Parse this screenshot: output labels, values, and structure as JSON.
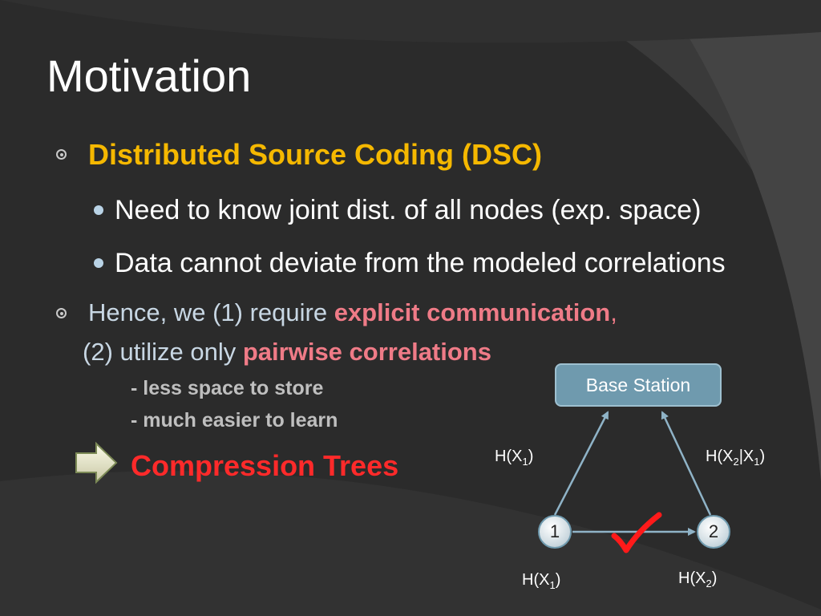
{
  "slide": {
    "title": "Motivation",
    "bullet1": "Distributed Source Coding (DSC)",
    "sub1": "Need to know joint dist. of all nodes (exp. space)",
    "sub2": "Data cannot deviate from the modeled correlations",
    "bullet2_pre": "Hence, we (1) require ",
    "bullet2_hl": "explicit communication",
    "bullet2_comma": ",",
    "line2_pre": "(2) utilize only ",
    "line2_hl": "pairwise correlations",
    "detail1": "- less space to store",
    "detail2": "- much easier to learn",
    "conclusion": "Compression Trees"
  },
  "diagram": {
    "base_station": "Base Station",
    "node1": "1",
    "node2": "2",
    "edge1_label": {
      "h": "H(X",
      "sub": "1",
      "tail": ")"
    },
    "edge2_label": {
      "h": "H(X",
      "sub1": "2",
      "mid": "|X",
      "sub2": "1",
      "tail": ")"
    },
    "node1_label": {
      "h": "H(X",
      "sub": "1",
      "tail": ")"
    },
    "node2_label": {
      "h": "H(X",
      "sub": "2",
      "tail": ")"
    },
    "colors": {
      "check": "#ff1a1a",
      "arrow": "#8fb3c7"
    }
  }
}
